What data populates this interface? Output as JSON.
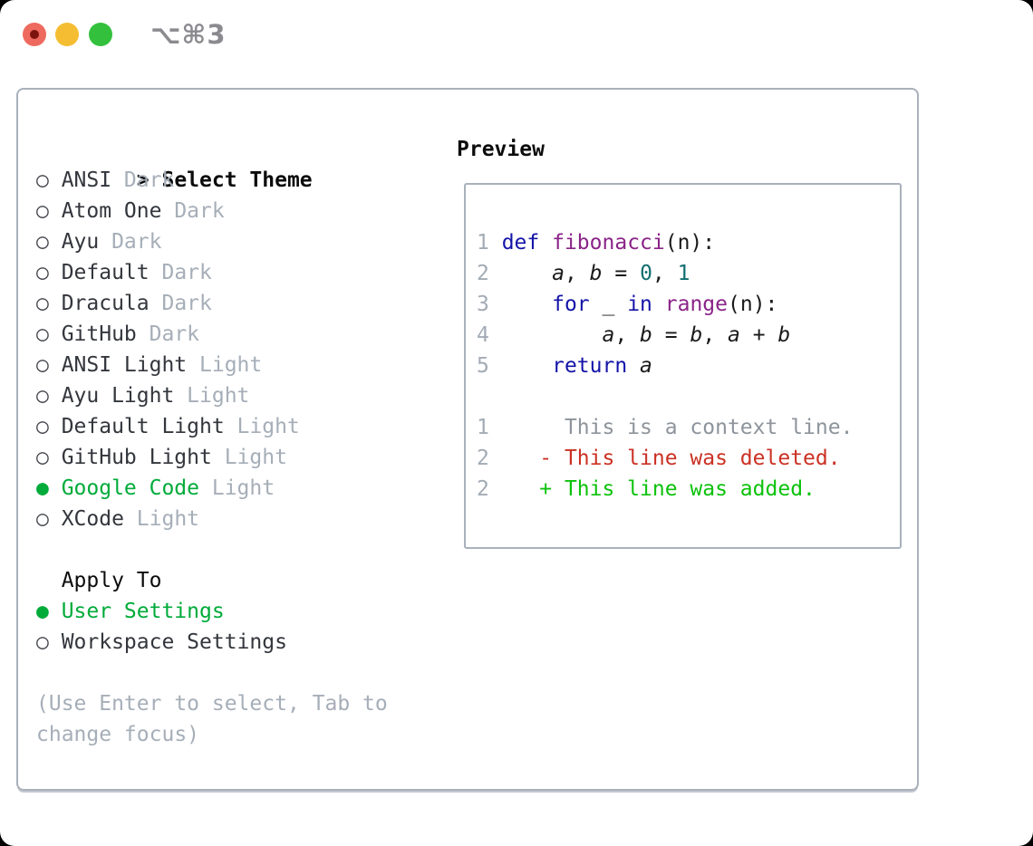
{
  "window": {
    "title": "⌥⌘3",
    "traffic_lights": [
      "close",
      "minimize",
      "zoom"
    ]
  },
  "icons": {
    "radio_unselected": "○",
    "radio_selected": "●",
    "prompt": ">"
  },
  "theme_panel": {
    "header": "Select Theme",
    "items": [
      {
        "name": "ANSI",
        "variant": "Dark",
        "selected": false
      },
      {
        "name": "Atom One",
        "variant": "Dark",
        "selected": false
      },
      {
        "name": "Ayu",
        "variant": "Dark",
        "selected": false
      },
      {
        "name": "Default",
        "variant": "Dark",
        "selected": false
      },
      {
        "name": "Dracula",
        "variant": "Dark",
        "selected": false
      },
      {
        "name": "GitHub",
        "variant": "Dark",
        "selected": false
      },
      {
        "name": "ANSI Light",
        "variant": "Light",
        "selected": false
      },
      {
        "name": "Ayu Light",
        "variant": "Light",
        "selected": false
      },
      {
        "name": "Default Light",
        "variant": "Light",
        "selected": false
      },
      {
        "name": "GitHub Light",
        "variant": "Light",
        "selected": false
      },
      {
        "name": "Google Code",
        "variant": "Light",
        "selected": true
      },
      {
        "name": "XCode",
        "variant": "Light",
        "selected": false
      }
    ]
  },
  "apply_panel": {
    "label": "Apply To",
    "options": [
      {
        "name": "User Settings",
        "selected": true
      },
      {
        "name": "Workspace Settings",
        "selected": false
      }
    ]
  },
  "hint": {
    "line1": "(Use Enter to select, Tab to",
    "line2": "change focus)"
  },
  "preview_panel": {
    "header": "Preview",
    "lines": [
      [
        [
          "ln",
          "1 "
        ],
        [
          "kw",
          "def"
        ],
        [
          "pl",
          " "
        ],
        [
          "fn",
          "fibonacci"
        ],
        [
          "pl",
          "(n):"
        ]
      ],
      [
        [
          "ln",
          "2 "
        ],
        [
          "pl",
          "    "
        ],
        [
          "va",
          "a"
        ],
        [
          "pl",
          ", "
        ],
        [
          "va",
          "b"
        ],
        [
          "pl",
          " = "
        ],
        [
          "li",
          "0"
        ],
        [
          "pl",
          ", "
        ],
        [
          "li",
          "1"
        ]
      ],
      [
        [
          "ln",
          "3 "
        ],
        [
          "pl",
          "    "
        ],
        [
          "kw",
          "for"
        ],
        [
          "pl",
          " _ "
        ],
        [
          "kw",
          "in"
        ],
        [
          "pl",
          " "
        ],
        [
          "fn",
          "range"
        ],
        [
          "pl",
          "(n):"
        ]
      ],
      [
        [
          "ln",
          "4 "
        ],
        [
          "pl",
          "        "
        ],
        [
          "va",
          "a"
        ],
        [
          "pl",
          ", "
        ],
        [
          "va",
          "b"
        ],
        [
          "pl",
          " = "
        ],
        [
          "va",
          "b"
        ],
        [
          "pl",
          ", "
        ],
        [
          "va",
          "a"
        ],
        [
          "pl",
          " + "
        ],
        [
          "va",
          "b"
        ]
      ],
      [
        [
          "ln",
          "5 "
        ],
        [
          "pl",
          "    "
        ],
        [
          "kw",
          "return"
        ],
        [
          "pl",
          " "
        ],
        [
          "va",
          "a"
        ]
      ],
      [],
      [
        [
          "ln",
          "1 "
        ],
        [
          "ctx",
          "     This is a context line."
        ]
      ],
      [
        [
          "ln",
          "2 "
        ],
        [
          "del",
          "   - This line was deleted."
        ]
      ],
      [
        [
          "ln",
          "2 "
        ],
        [
          "add",
          "   + This line was added."
        ]
      ]
    ]
  },
  "colors": {
    "selection_green": "#00ab3a",
    "added_green": "#0cc20c",
    "deleted_red": "#cb3124",
    "keyword_blue": "#1414a8",
    "function_purple": "#8a2488",
    "literal_teal": "#136e70",
    "muted_gray": "#a6aeb8",
    "border_gray": "#a9b1bb",
    "traffic_red": "#ee6a5e",
    "traffic_yellow": "#f5bd31",
    "traffic_green": "#33c13d"
  }
}
